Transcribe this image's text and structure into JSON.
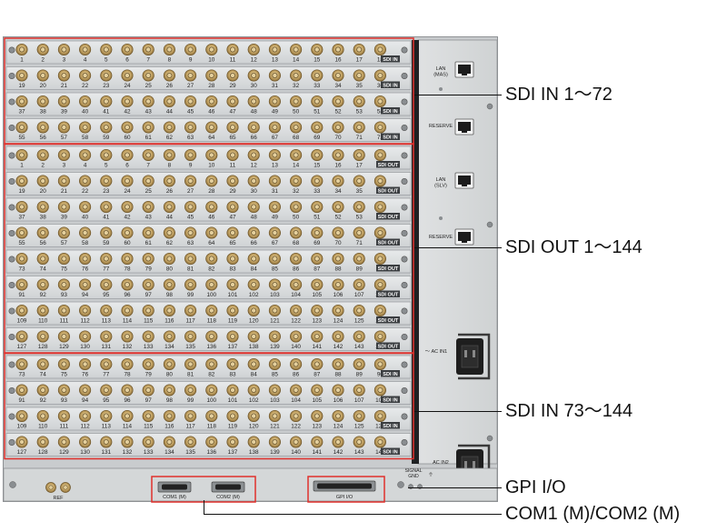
{
  "colors": {
    "chassis": "#c9ccce",
    "card": "#dcdedf",
    "card_dark": "#3a3d40",
    "bnc_body": "#b89a62",
    "bnc_ring": "#e4cf9c",
    "bnc_core": "#6a5630",
    "highlight_box": "#e0302c",
    "callout_text": "#111111"
  },
  "groups": [
    {
      "name": "SDI IN 1～72",
      "rows": [
        {
          "tag": "SDI IN",
          "start": 1
        },
        {
          "tag": "SDI IN",
          "start": 19
        },
        {
          "tag": "SDI IN",
          "start": 37
        },
        {
          "tag": "SDI IN",
          "start": 55
        }
      ]
    },
    {
      "name": "SDI OUT 1～144",
      "rows": [
        {
          "tag": "SDI OUT",
          "start": 1
        },
        {
          "tag": "SDI OUT",
          "start": 19
        },
        {
          "tag": "SDI OUT",
          "start": 37
        },
        {
          "tag": "SDI OUT",
          "start": 55
        },
        {
          "tag": "SDI OUT",
          "start": 73
        },
        {
          "tag": "SDI OUT",
          "start": 91
        },
        {
          "tag": "SDI OUT",
          "start": 109
        },
        {
          "tag": "SDI OUT",
          "start": 127
        }
      ]
    },
    {
      "name": "SDI IN 73～144",
      "rows": [
        {
          "tag": "SDI IN",
          "start": 73
        },
        {
          "tag": "SDI IN",
          "start": 91
        },
        {
          "tag": "SDI IN",
          "start": 109
        },
        {
          "tag": "SDI IN",
          "start": 127
        }
      ]
    }
  ],
  "connectors_per_row": 18,
  "side_panel": {
    "lan_mas": "LAN\n(MAS)",
    "reserve_1": "RESERVE",
    "lan_slv": "LAN\n(SLV)",
    "reserve_2": "RESERVE",
    "ac_in1": "～ AC IN1",
    "ac_in2": "AC IN2",
    "signal_gnd": "SIGNAL\nGND"
  },
  "bottom_panel": {
    "ref": "REF",
    "com1": "COM1 (M)",
    "com2": "COM2 (M)",
    "gpi": "GPI I/O"
  },
  "callouts": {
    "sdi_in_1_72": "SDI IN 1～72",
    "sdi_out_1_144": "SDI OUT 1～144",
    "sdi_in_73_144": "SDI IN 73～144",
    "gpi_io": "GPI I/O",
    "com": "COM1 (M)/COM2 (M)"
  }
}
